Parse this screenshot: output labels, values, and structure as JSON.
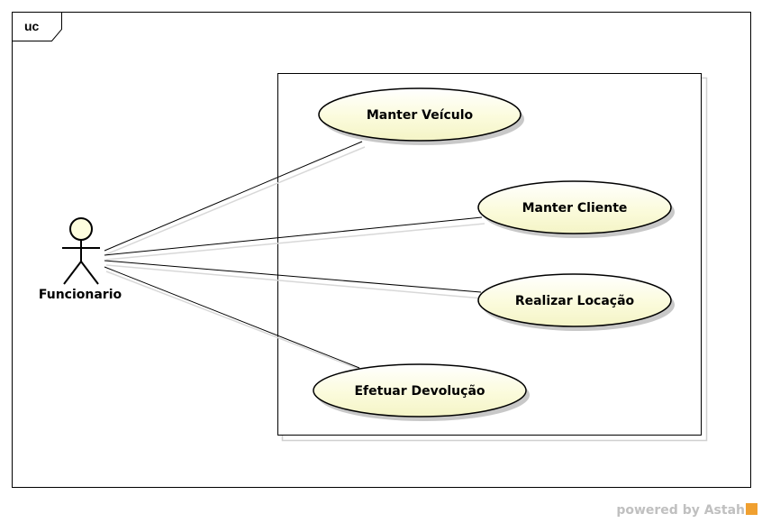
{
  "diagram": {
    "frame_label": "uc",
    "actor": {
      "name": "Funcionario"
    },
    "use_cases": [
      {
        "id": "manter-veiculo",
        "label": "Manter Veículo"
      },
      {
        "id": "manter-cliente",
        "label": "Manter Cliente"
      },
      {
        "id": "realizar-locacao",
        "label": "Realizar Locação"
      },
      {
        "id": "efetuar-devolucao",
        "label": "Efetuar Devolução"
      }
    ],
    "associations": [
      {
        "from": "Funcionario",
        "to": "Manter Veículo"
      },
      {
        "from": "Funcionario",
        "to": "Manter Cliente"
      },
      {
        "from": "Funcionario",
        "to": "Realizar Locação"
      },
      {
        "from": "Funcionario",
        "to": "Efetuar Devolução"
      }
    ],
    "colors": {
      "use_case_fill": "#fdfdde",
      "line": "#000000"
    }
  },
  "watermark": {
    "text": "powered by Astah",
    "logo_icon": "astah-logo-icon"
  }
}
